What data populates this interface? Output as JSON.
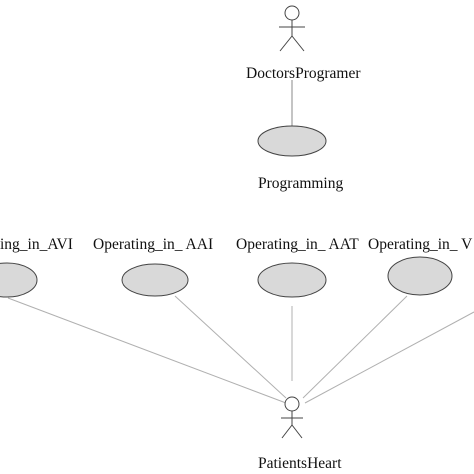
{
  "actors": {
    "doctor": {
      "name": "DoctorsProgramer",
      "icon": "stick-figure-actor-icon"
    },
    "patient": {
      "name": "PatientsHeart",
      "icon": "stick-figure-actor-icon"
    }
  },
  "use_cases": {
    "programming": "Programming",
    "avi": "ing_in_AVI",
    "aai": "Operating_in_ AAI",
    "aat": "Operating_in_ AAT",
    "v": "Operating_in_ V"
  },
  "colors": {
    "ellipse_fill": "#d9d9d9",
    "stroke": "#444444",
    "line": "#b0b0b0",
    "text": "#111111"
  }
}
